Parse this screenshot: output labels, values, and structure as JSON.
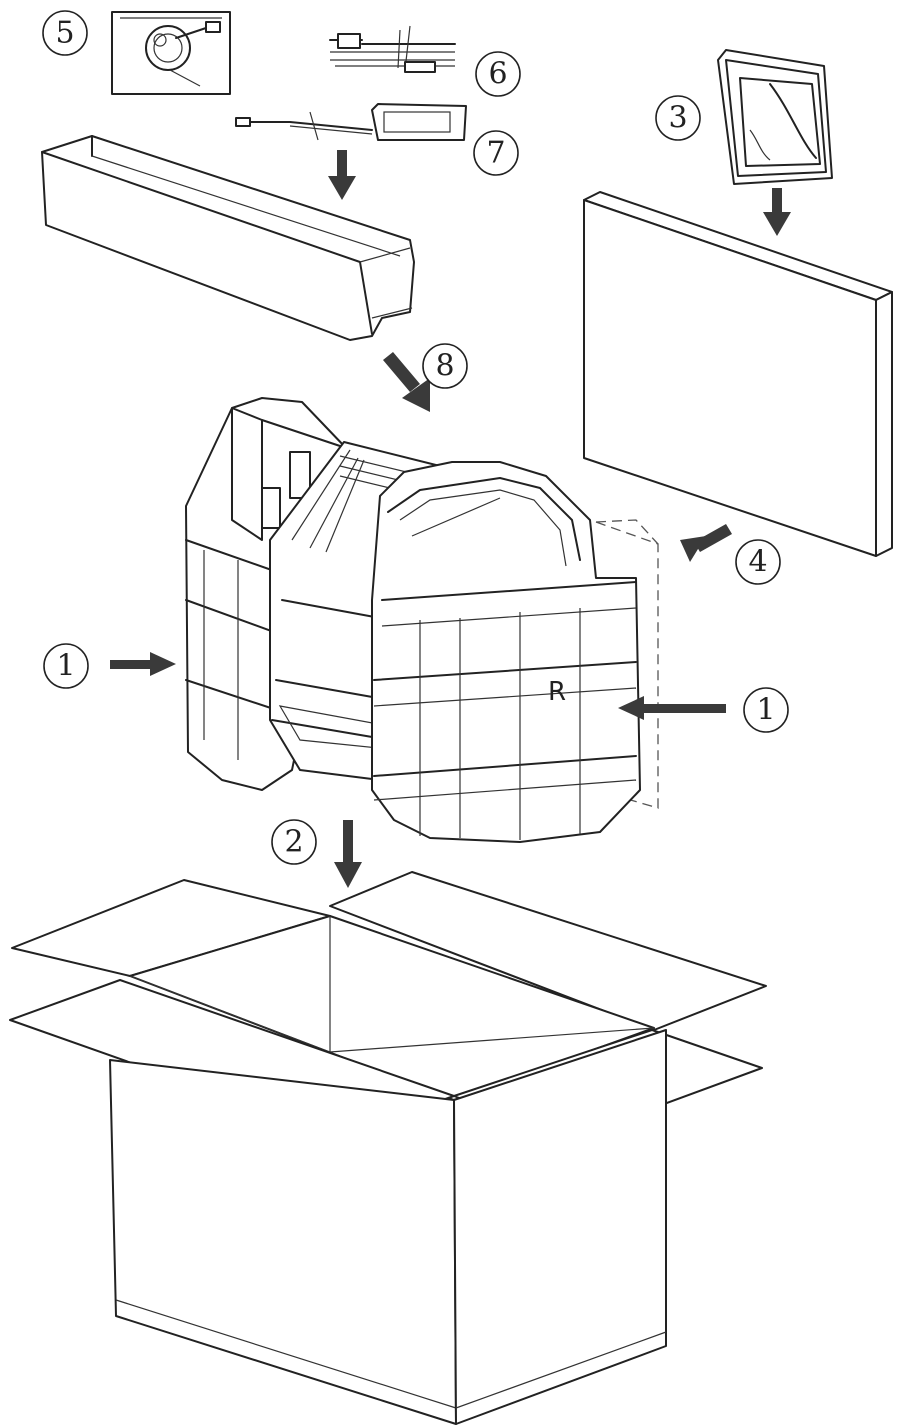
{
  "callouts": {
    "c1_left": "1",
    "c1_right": "1",
    "c2": "2",
    "c3": "3",
    "c4": "4",
    "c5": "5",
    "c6": "6",
    "c7": "7",
    "c8": "8"
  },
  "cushion_mark": "R"
}
